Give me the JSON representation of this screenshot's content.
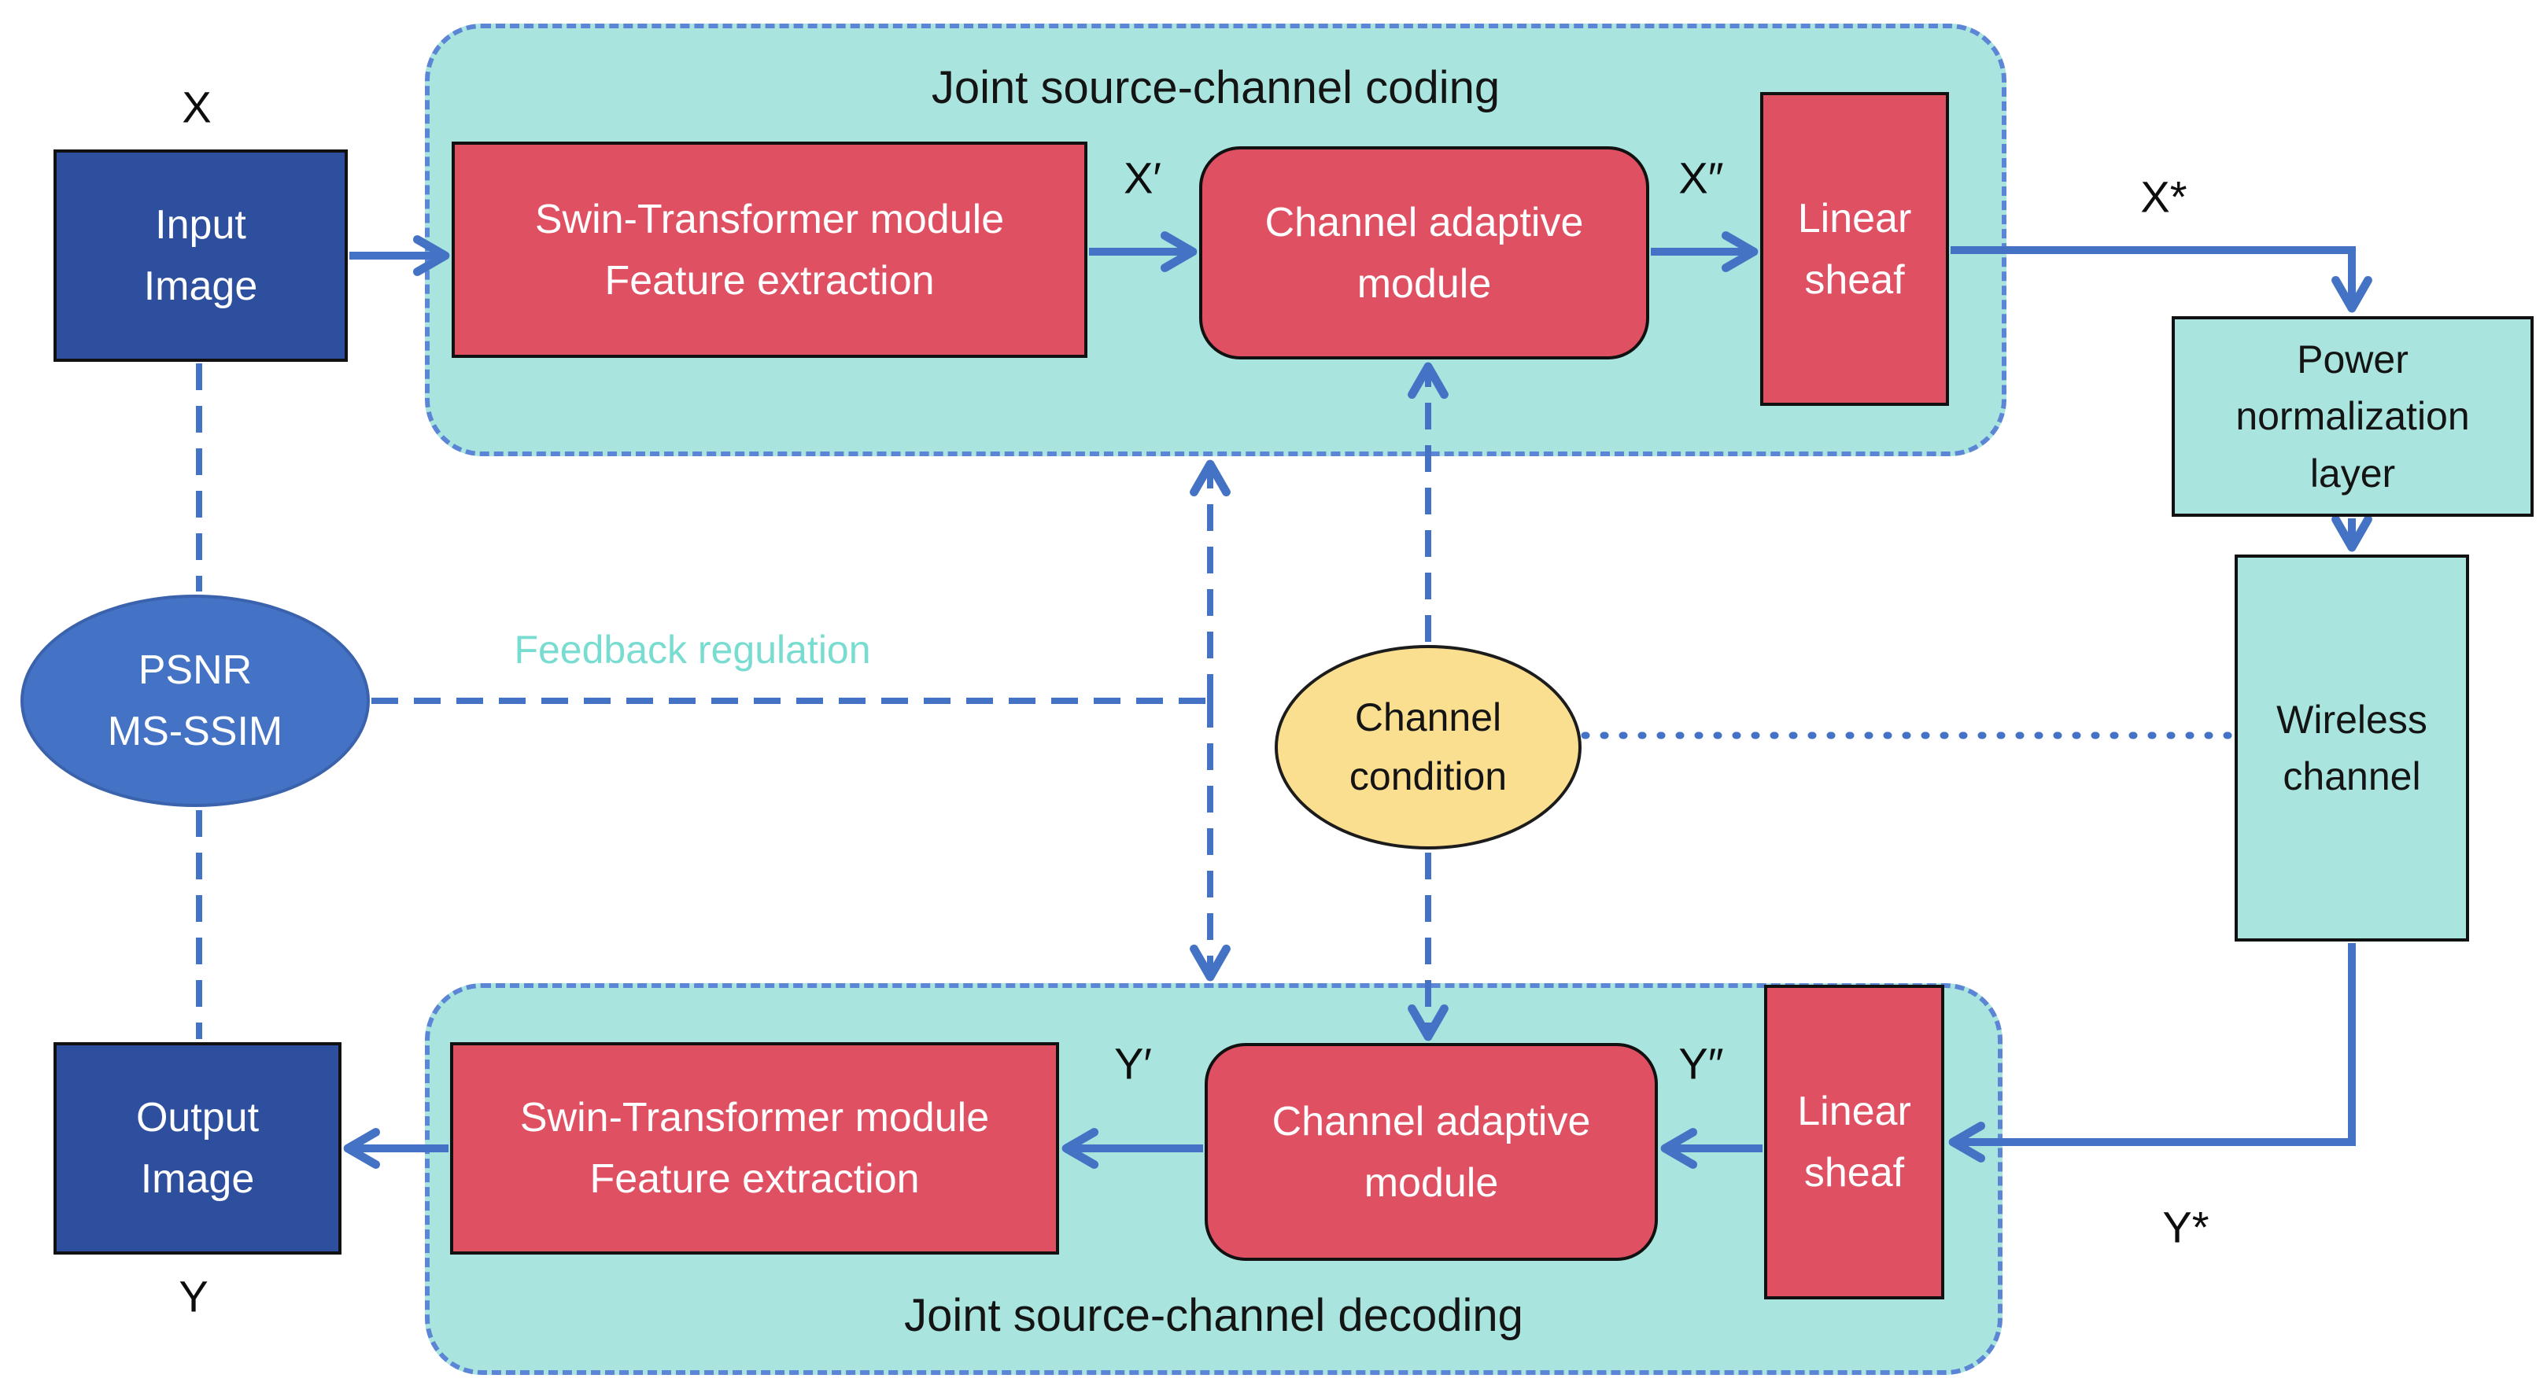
{
  "colors": {
    "teal": "#a9e5de",
    "teal-border": "#5c85d6",
    "red": "#e05063",
    "dark-blue": "#2e4f9e",
    "blue": "#4472c4",
    "yellow": "#fadf90",
    "feedback-text": "#79dcd1",
    "ink": "#141414",
    "white-text": "#ffffff"
  },
  "containers": {
    "encoder": {
      "title": "Joint source-channel coding"
    },
    "decoder": {
      "title": "Joint source-channel decoding"
    }
  },
  "nodes": {
    "input_image": {
      "label": "Input\nImage"
    },
    "output_image": {
      "label": "Output\nImage"
    },
    "swin_encoder": {
      "label": "Swin-Transformer module\nFeature extraction"
    },
    "swin_decoder": {
      "label": "Swin-Transformer module\nFeature extraction"
    },
    "channel_adaptive_encoder": {
      "label": "Channel adaptive\nmodule"
    },
    "channel_adaptive_decoder": {
      "label": "Channel adaptive\nmodule"
    },
    "linear_sheaf_encoder": {
      "label": "Linear\nsheaf"
    },
    "linear_sheaf_decoder": {
      "label": "Linear\nsheaf"
    },
    "power_normalization": {
      "label": "Power\nnormalization\nlayer"
    },
    "wireless_channel": {
      "label": "Wireless\nchannel"
    },
    "psnr_ms_ssim": {
      "label": "PSNR\nMS-SSIM"
    },
    "channel_condition": {
      "label": "Channel\ncondition"
    }
  },
  "labels": {
    "x": "X",
    "x_prime": "X′",
    "x_double_prime": "X″",
    "x_star": "X*",
    "y": "Y",
    "y_prime": "Y′",
    "y_double_prime": "Y″",
    "y_star": "Y*",
    "feedback": "Feedback regulation"
  }
}
